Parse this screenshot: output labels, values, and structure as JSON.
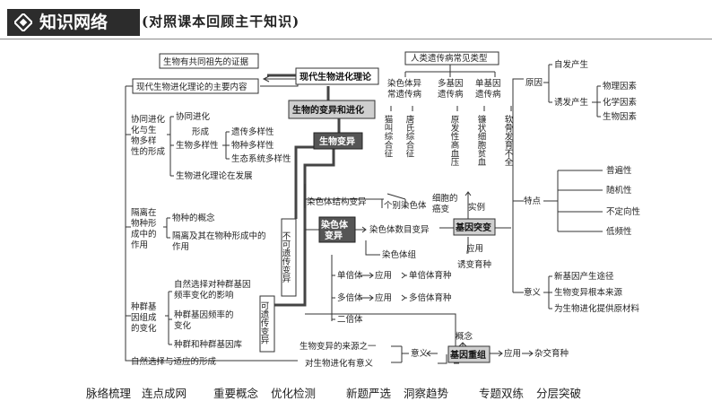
{
  "header": {
    "title": "知识网络",
    "subtitle": "(对照课本回顾主干知识)"
  },
  "map": {
    "center": "生物的变异和进化",
    "modern_theory": "现代生物进化理论",
    "common_ancestor": "生物有共同祖先的证据",
    "main_content": "现代生物进化理论的主要内容",
    "coevolution": {
      "label": [
        "协同进化",
        "化与生",
        "物多样",
        "性的形成"
      ],
      "coevolution": "协同进化",
      "form": "形成",
      "biodiversity": "生物多样性",
      "genetic": "遗传多样性",
      "species": "物种多样性",
      "ecosystem": "生态系统多样性",
      "develop": "生物进化理论在发展"
    },
    "isolation": {
      "label": [
        "隔离在",
        "物种形",
        "成中的",
        "作用"
      ],
      "concept": "物种的概念",
      "relation": [
        "隔离及其在物种形成中的",
        "作用"
      ]
    },
    "gene_freq": {
      "label": [
        "种群基",
        "因组成",
        "的变化"
      ],
      "selection": [
        "自然选择对种群基因",
        "频率变化的影响"
      ],
      "calc": [
        "种群基因频率的",
        "变化"
      ],
      "pool": "种群和种群基因库"
    },
    "adaptation": "自然选择与适应的形成",
    "variation": "生物变异",
    "non_heritable": "不可遗传变异",
    "heritable": "可遗传变异",
    "chromosome_var": [
      "染色体",
      "变异"
    ],
    "structure_var": "染色体结构变异",
    "number_var": "染色体数目变异",
    "genome": "染色体组",
    "haploid": "单倍体",
    "polyploid": "多倍体",
    "diploid": "二倍体",
    "apply": "应用",
    "haploid_breed": "单倍体育种",
    "polyploid_breed": "多倍体育种",
    "gene_mutation": "基因突变",
    "cancer": [
      "细胞的",
      "癌变"
    ],
    "example": "实例",
    "individual": "个别染色体",
    "mutation_breed": "诱变育种",
    "human_disease": {
      "title": "人类遗传病常见类型",
      "chrom_type": [
        "染色体异",
        "常遗传病"
      ],
      "multi_type": [
        "多基因",
        "遗传病"
      ],
      "single_type": [
        "单基因",
        "遗传病"
      ],
      "cat": "猫叫综合征",
      "down": "唐氏综合征",
      "hypertension": "原发性高血压",
      "sickle": "镰状细胞贫血",
      "achondro": "软骨发育不全"
    },
    "cause": "原因",
    "spontaneous": "自发产生",
    "induced": "诱发产生",
    "physical": "物理因素",
    "chemical": "化学因素",
    "biological": "生物因素",
    "features": "特点",
    "universality": "普遍性",
    "randomness": "随机性",
    "nondirection": "不定向性",
    "lowfreq": "低频性",
    "meaning": "意义",
    "new_gene": "新基因产生途径",
    "root_source": "生物变异根本来源",
    "evo_material": "为生物进化提供原材料",
    "recombination": "基因重组",
    "concept": "概念",
    "rec_meaning": "意义",
    "source_one": "生物变异的来源之一",
    "evo_meaning": "对生物进化有意义",
    "cross_breed": "杂交育种",
    "rec_apply": "应用"
  },
  "footer": [
    "脉络梳理",
    "连点成网",
    "重要概念",
    "优化检测",
    "新题严选",
    "洞察趋势",
    "专题双练",
    "分层突破"
  ]
}
